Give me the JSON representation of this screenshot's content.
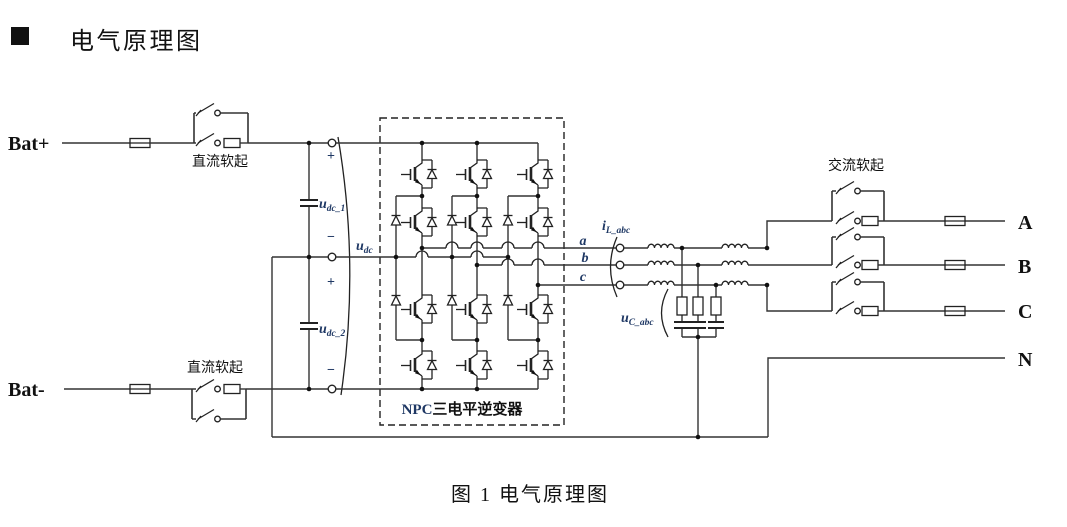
{
  "page": {
    "section_title": "电气原理图",
    "caption": "图 1 电气原理图"
  },
  "colors": {
    "accent": "#1f3864",
    "wire": "#333333"
  },
  "battery": {
    "positive": "Bat+",
    "negative": "Bat-"
  },
  "soft_start": {
    "dc_top": "直流软起",
    "dc_bottom": "直流软起",
    "ac": "交流软起"
  },
  "inverter": {
    "prefix": "NPC",
    "suffix": "三电平逆变器"
  },
  "dc_link": {
    "u": "u",
    "sub1": "dc_1",
    "sub2": "dc_2",
    "sub": "dc",
    "plus": "+",
    "minus": "−"
  },
  "ac_filter": {
    "i": "i",
    "i_sub": "L_abc",
    "u": "u",
    "u_sub": "C_abc"
  },
  "phases": {
    "a": "a",
    "b": "b",
    "c": "c"
  },
  "outputs": {
    "a": "A",
    "b": "B",
    "c": "C",
    "n": "N"
  }
}
